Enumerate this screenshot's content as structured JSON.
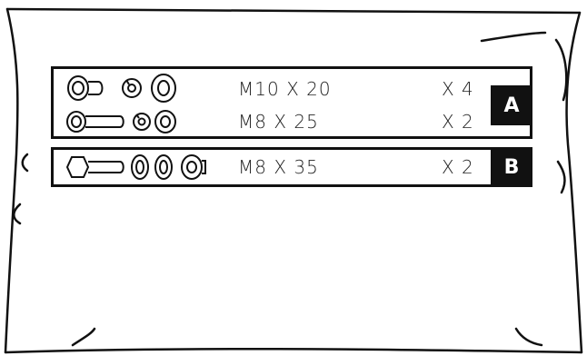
{
  "groups": [
    {
      "label": "A",
      "rows": [
        {
          "spec": "M10 X 20",
          "qty": "X 4",
          "icons": [
            "socket-cap-bolt-icon",
            "spring-washer-icon",
            "flat-washer-icon"
          ]
        },
        {
          "spec": "M8 X 25",
          "qty": "X 2",
          "icons": [
            "long-bolt-icon",
            "spring-washer-icon",
            "flat-washer-icon"
          ]
        }
      ]
    },
    {
      "label": "B",
      "rows": [
        {
          "spec": "M8 X 35",
          "qty": "X 2",
          "icons": [
            "hex-bolt-icon",
            "flat-washer-icon",
            "flat-washer-icon",
            "nut-icon"
          ]
        }
      ]
    }
  ]
}
